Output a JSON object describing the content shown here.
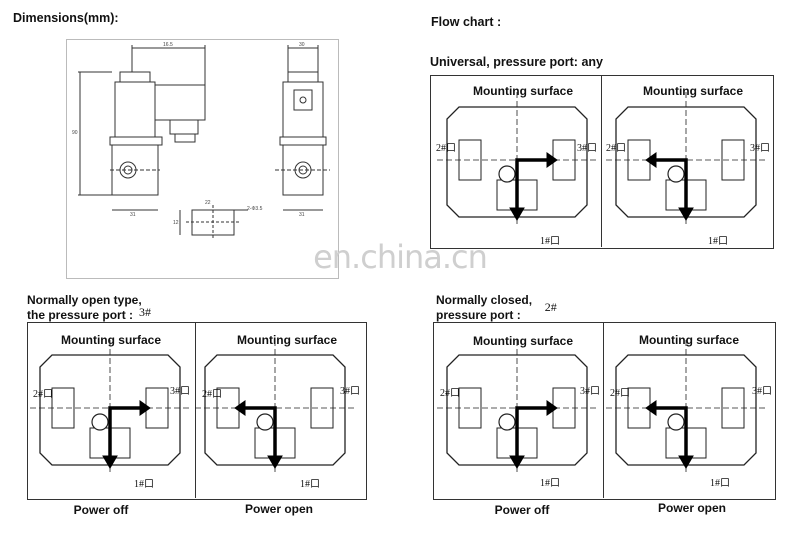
{
  "dimensions": {
    "heading": "Dimensions(mm):",
    "labels": [
      "16.5",
      "90",
      "31",
      "30",
      "31",
      "22",
      "2-Φ3.5",
      "12"
    ]
  },
  "flow_chart": {
    "heading": "Flow chart :"
  },
  "universal": {
    "title": "Universal, pressure port: any",
    "left_label": "Mounting surface",
    "right_label": "Mounting surface"
  },
  "normally_open": {
    "title_line1": "Normally open type,",
    "title_line2": "the pressure port :",
    "port": "3#",
    "left_label": "Mounting surface",
    "right_label": "Mounting surface",
    "left_caption": "Power off",
    "right_caption": "Power open"
  },
  "normally_closed": {
    "title_line1": "Normally closed,",
    "title_line2": "pressure port :",
    "port": "2#",
    "left_label": "Mounting surface",
    "right_label": "Mounting surface",
    "left_caption": "Power off",
    "right_caption": "Power open"
  },
  "ports": {
    "p1": "1#口",
    "p2": "2#口",
    "p3": "3#口"
  },
  "watermark": "en.china.cn",
  "colors": {
    "line": "#222222",
    "frame": "#333333",
    "watermark": "#cfcfcf"
  }
}
